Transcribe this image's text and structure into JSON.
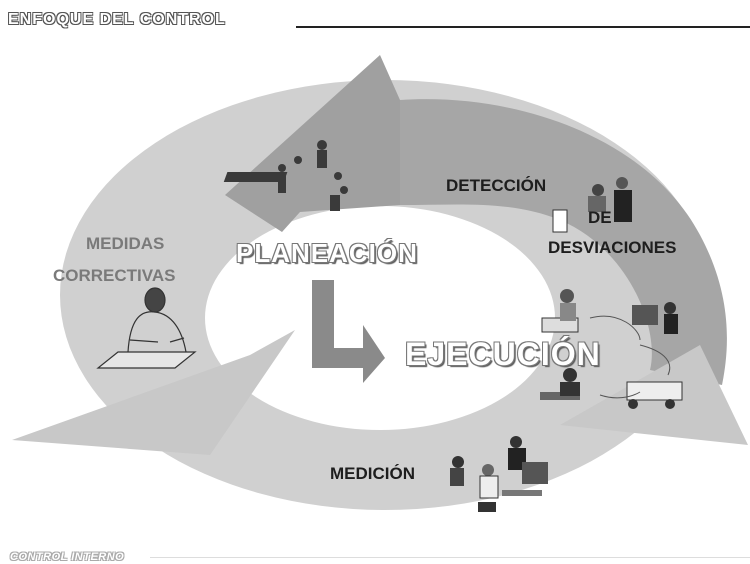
{
  "header": {
    "title": "ENFOQUE DEL CONTROL"
  },
  "cycle": {
    "planeacion": "PLANEACIÓN",
    "ejecucion": "EJECUCIÓN",
    "deteccion_line1": "DETECCIÓN",
    "deteccion_line2": "DE",
    "deteccion_line3": "DESVIACIONES",
    "medidas_line1": "MEDIDAS",
    "medidas_line2": "CORRECTIVAS",
    "medicion": "MEDICIÓN"
  },
  "footer": {
    "text": "CONTROL INTERNO"
  },
  "colors": {
    "ring_light": "#d0d0d0",
    "ring_dark": "#a6a6a6",
    "arrow": "#8a8a8a"
  }
}
